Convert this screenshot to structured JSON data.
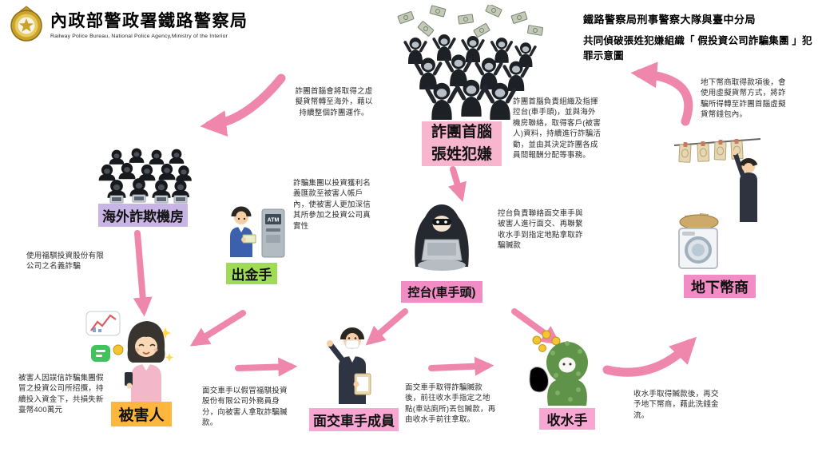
{
  "header": {
    "logo": {
      "org_name_zh": "內政部警政署鐵路警察局",
      "org_name_en": "Railway Police Bureau, National Police Agency,Ministry of the Interior"
    },
    "title_line1": "鐵路警察局刑事警察大隊與臺中分局",
    "title_line2": "共同偵破張姓犯嫌組織「 假投資公司詐騙集團 」犯罪示意圖"
  },
  "nodes": {
    "boss": {
      "label_line1": "詐團首腦",
      "label_line2": "張姓犯嫌",
      "bg": "#f8b5ce"
    },
    "overseas_room": {
      "label": "海外詐欺機房",
      "bg": "#c8b5e5"
    },
    "withdrawer": {
      "label": "出金手",
      "bg": "#9fdb57",
      "atm_text": "ATM"
    },
    "controller": {
      "label": "控台(車手頭)",
      "bg": "#f18cc5"
    },
    "underground_dealer": {
      "label": "地下幣商",
      "bg": "#f18cc5"
    },
    "victim": {
      "label": "被害人",
      "bg": "#feb73c"
    },
    "courier": {
      "label": "面交車手成員",
      "bg": "#f8a7d2"
    },
    "collector": {
      "label": "收水手",
      "bg": "#f8a7d2"
    }
  },
  "annotations": {
    "boss_transfer": "詐團首腦會將取得之虛擬貨幣轉至海外，藉以持續整個詐團運作。",
    "boss_role": "詐團首腦負責組織及指揮控台(車手頭)，並與海外機房聯絡，取得客戶(被害人)資料，持續進行詐騙活動，並由其決定詐團各成員間報酬分配等事務。",
    "dealer_role": "地下幣商取得款項後，會使用虛擬貨幣方式，將詐騙所得轉至詐團首腦虛擬貨幣錢包內。",
    "deposit_trick": "詐騙集團以投資獲利名義匯款至被害人帳戶內，使被害人更加深信其所參加之投資公司真實性",
    "fake_company": "使用福騏投資股份有限公司之名義詐騙",
    "controller_role": "控台負責聯絡面交車手與被害人進行面交、再聯繫收水手到指定地點拿取詐騙贓款",
    "victim_loss": "被害人因誤信詐騙集團假冒之投資公司所招攬，持續投入資金下，共損失新臺幣400萬元",
    "courier_role": "面交車手以假冒福騏投資股份有限公司外務員身分，向被害人拿取詐騙贓款。",
    "handoff": "面交車手取得詐騙贓款後，前往收水手指定之地點(車站廁所)丟包贓款，再由收水手前往拿取。",
    "collector_role": "收水手取得贓款後，再交予地下幣商，藉此洗錢金流。"
  },
  "colors": {
    "arrow_pink": "#ef87ac",
    "label_pink_dark": "#f18cc5",
    "label_pink_light": "#f8a7d2",
    "label_purple": "#c8b5e5",
    "label_green": "#9fdb57",
    "label_orange": "#feb73c",
    "badge_gold": "#c9a227"
  }
}
